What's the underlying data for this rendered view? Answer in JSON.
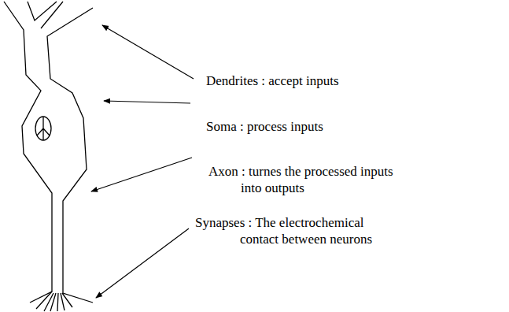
{
  "diagram": {
    "labels": [
      "Dendrites : accept inputs",
      "Soma : process inputs",
      "Axon : turnes the processed inputs into outputs",
      "Synapses : The electrochemical contact between neurons"
    ]
  }
}
